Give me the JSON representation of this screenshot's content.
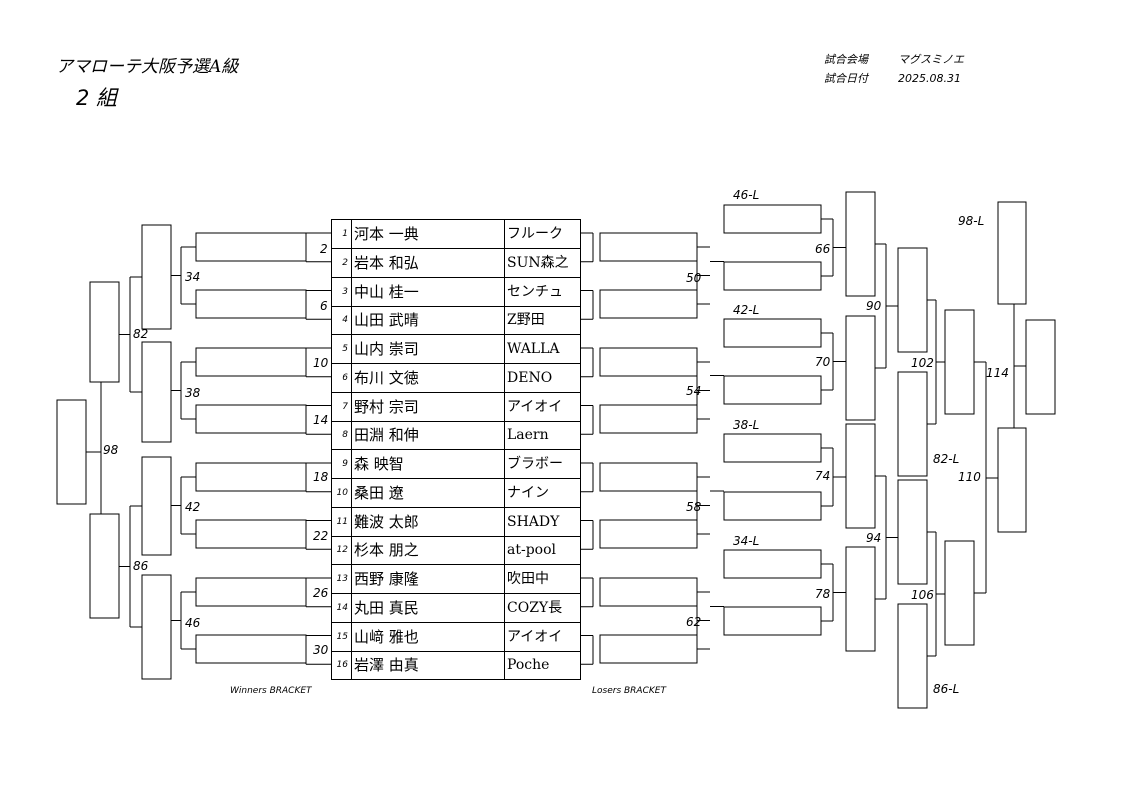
{
  "header": {
    "title": "アマローテ大阪予選A級",
    "group": "2 組",
    "venue_label": "試合会場",
    "venue_value": "マグスミノエ",
    "date_label": "試合日付",
    "date_value": "2025.08.31"
  },
  "players": [
    {
      "seed": "1",
      "name": "河本 一典",
      "team": "フルーク"
    },
    {
      "seed": "2",
      "name": "岩本 和弘",
      "team": "SUN森之"
    },
    {
      "seed": "3",
      "name": "中山 桂一",
      "team": "センチュ"
    },
    {
      "seed": "4",
      "name": "山田 武晴",
      "team": "Z野田"
    },
    {
      "seed": "5",
      "name": "山内 崇司",
      "team": "WALLA"
    },
    {
      "seed": "6",
      "name": "布川 文徳",
      "team": "DENO"
    },
    {
      "seed": "7",
      "name": "野村 宗司",
      "team": "アイオイ"
    },
    {
      "seed": "8",
      "name": "田淵 和伸",
      "team": "Laern"
    },
    {
      "seed": "9",
      "name": "森 映智",
      "team": "ブラボー"
    },
    {
      "seed": "10",
      "name": "桑田 遼",
      "team": "ナイン"
    },
    {
      "seed": "11",
      "name": "難波 太郎",
      "team": "SHADY"
    },
    {
      "seed": "12",
      "name": "杉本 朋之",
      "team": "at-pool"
    },
    {
      "seed": "13",
      "name": "西野 康隆",
      "team": "吹田中"
    },
    {
      "seed": "14",
      "name": "丸田 真民",
      "team": "COZY長"
    },
    {
      "seed": "15",
      "name": "山﨑 雅也",
      "team": "アイオイ"
    },
    {
      "seed": "16",
      "name": "岩澤 由真",
      "team": "Poche"
    }
  ],
  "match_labels": {
    "m2": "2",
    "m6": "6",
    "m10": "10",
    "m14": "14",
    "m18": "18",
    "m22": "22",
    "m26": "26",
    "m30": "30",
    "m34": "34",
    "m38": "38",
    "m42": "42",
    "m46": "46",
    "m82": "82",
    "m86": "86",
    "m98": "98",
    "m50": "50",
    "m54": "54",
    "m58": "58",
    "m62": "62",
    "m66": "66",
    "m70": "70",
    "m74": "74",
    "m78": "78",
    "m90": "90",
    "m94": "94",
    "m102": "102",
    "m106": "106",
    "m110": "110",
    "m114": "114",
    "l46": "46-L",
    "l42": "42-L",
    "l38": "38-L",
    "l34": "34-L",
    "l98": "98-L",
    "l82": "82-L",
    "l86": "86-L"
  },
  "captions": {
    "winners": "Winners BRACKET",
    "losers": "Losers BRACKET"
  }
}
